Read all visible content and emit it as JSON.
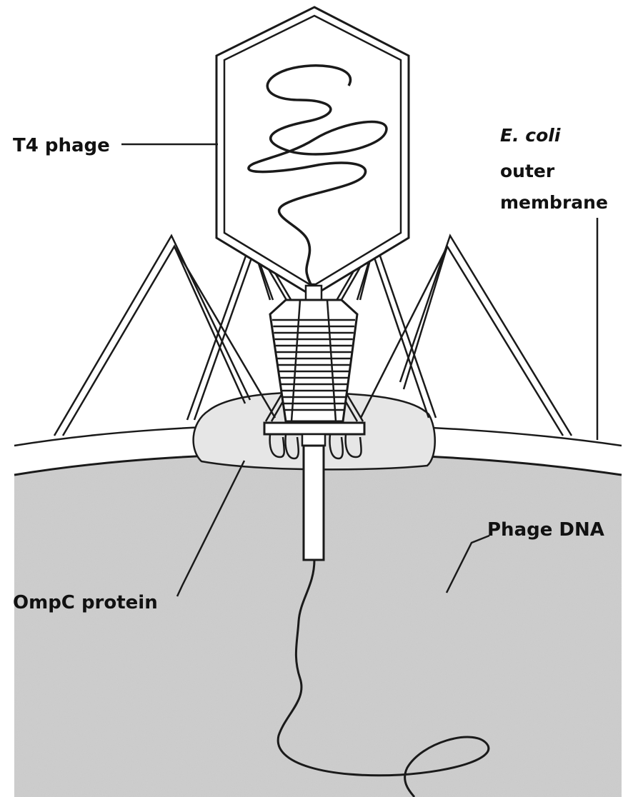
{
  "labels": {
    "t4_phage": "T4 phage",
    "ecoli_italic": "E. coli",
    "ecoli_outer": "outer",
    "ecoli_membrane": "membrane",
    "ompc": "OmpC protein",
    "phage_dna": "Phage DNA"
  },
  "colors": {
    "ink": "#1a1a1a",
    "cell_fill": "#cfcfcf",
    "membrane_fill": "#ffffff",
    "ompc_fill": "#e6e6e6",
    "background": "#ffffff"
  }
}
